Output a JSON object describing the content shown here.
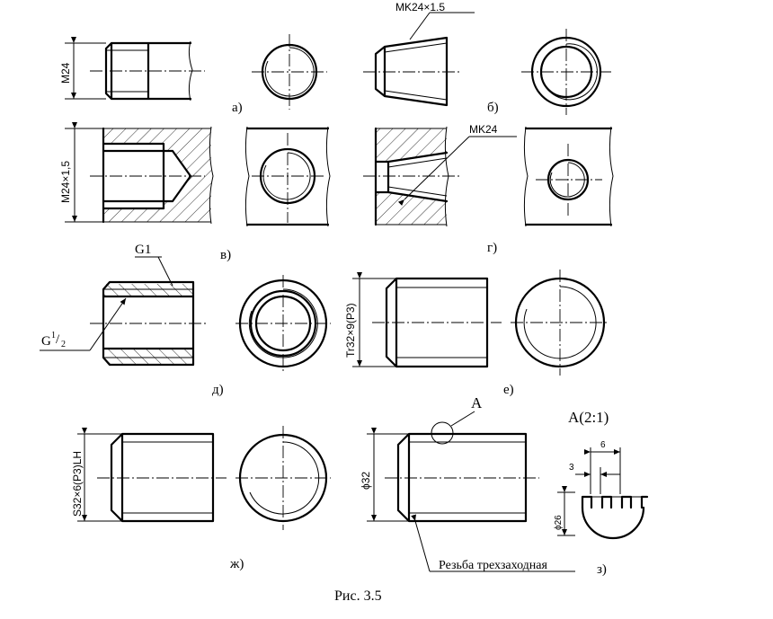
{
  "labels": {
    "a": "а)",
    "b": "б)",
    "v": "в)",
    "g": "г)",
    "d": "д)",
    "e": "е)",
    "zh": "ж)",
    "z": "з)"
  },
  "dims": {
    "m24": "M24",
    "mk24x15": "MK24×1.5",
    "m24x15": "M24×1,5",
    "mk24": "MK24",
    "g1": "G1",
    "g_half_base": "G",
    "g_half_num": "1",
    "g_half_den": "2",
    "tr": "Tr32×9(P3)",
    "s32": "S32×6(P3)LH",
    "phi32": "ϕ32",
    "view_a": "A",
    "view_a_scale": "A(2:1)",
    "dim6": "6",
    "dim3": "3",
    "phi26": "ϕ26",
    "note_thread": "Резьба трехзаходная"
  },
  "caption": "Рис. 3.5"
}
